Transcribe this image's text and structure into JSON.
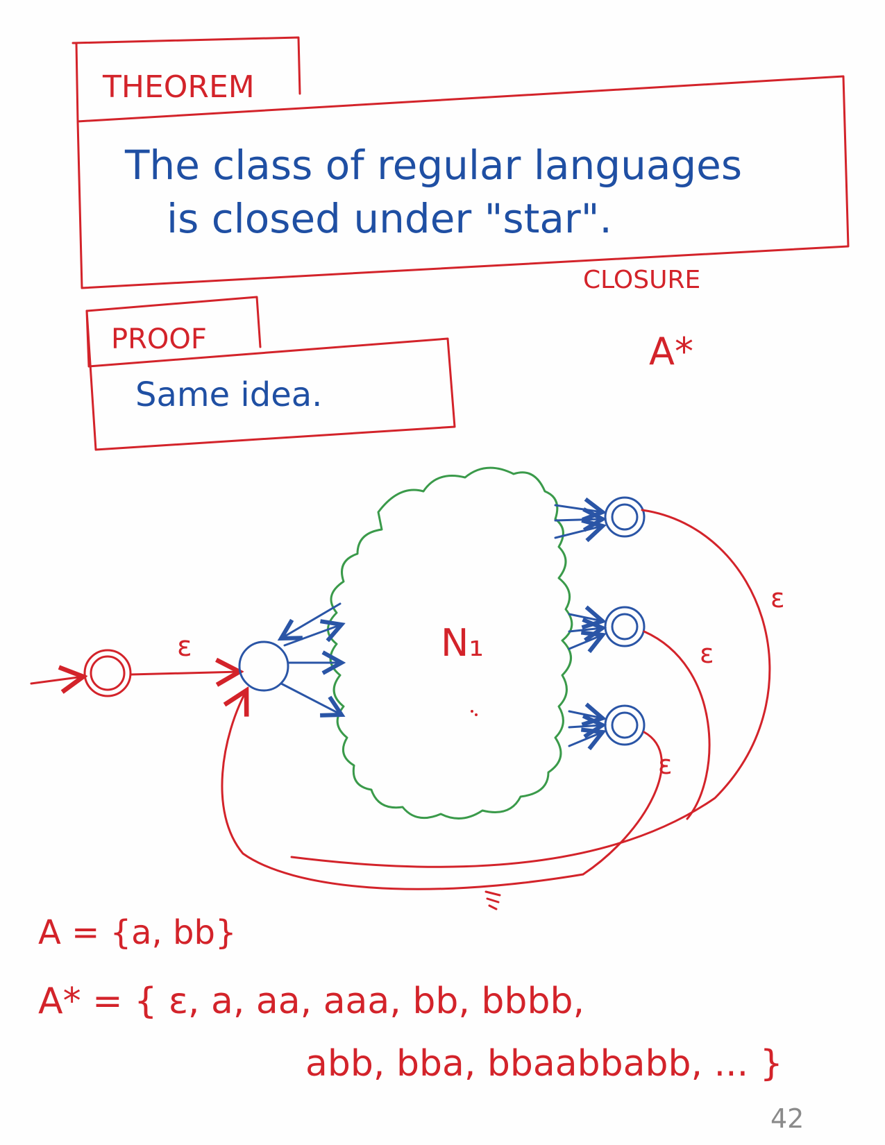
{
  "theorem": {
    "tab_label": "THEOREM",
    "line1": "The class of regular languages",
    "line2": "is closed under \"star\"."
  },
  "proof": {
    "tab_label": "PROOF",
    "body": "Same idea."
  },
  "side_notes": {
    "closure": "CLOSURE",
    "a_star": "A*"
  },
  "diagram": {
    "machine_label": "N₁",
    "epsilon": "ε"
  },
  "example": {
    "a_def": "A = {a, bb}",
    "a_star_line1": "A* = { ε, a, aa, aaa, bb, bbbb,",
    "a_star_line2": "abb, bba, bbaabbabb, ... }"
  },
  "page_number": "42",
  "colors": {
    "red_ink": "#d3232a",
    "blue_ink": "#1f4fa3",
    "green_ink": "#3a9a4a"
  }
}
